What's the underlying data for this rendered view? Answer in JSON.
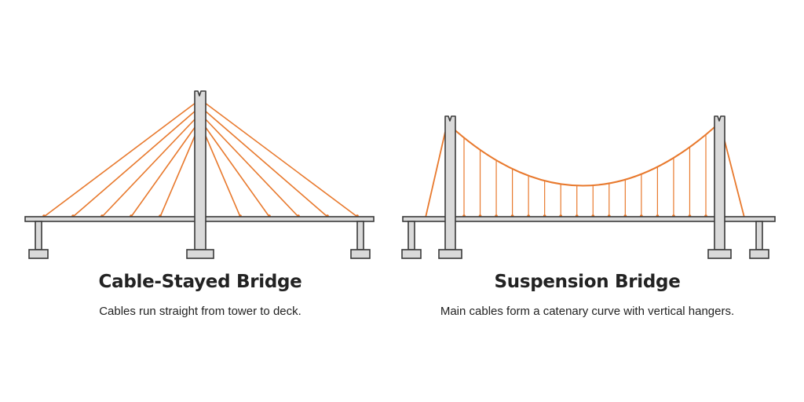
{
  "colors": {
    "cable": "#e8792d",
    "structure_fill": "#dadada",
    "structure_stroke": "#3a3a3a",
    "text": "#222222"
  },
  "icons": [
    "cable-stayed-bridge-illustration",
    "suspension-bridge-illustration"
  ],
  "cable_stayed": {
    "title": "Cable-Stayed Bridge",
    "subtitle": "Cables run straight from tower to deck."
  },
  "suspension": {
    "title": "Suspension Bridge",
    "subtitle": "Main cables form a catenary curve with vertical hangers."
  }
}
